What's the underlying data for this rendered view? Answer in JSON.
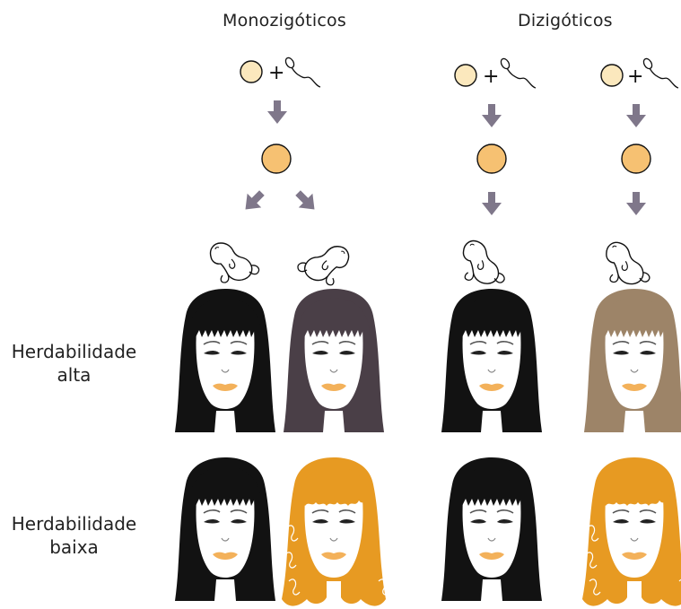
{
  "titles": {
    "mono": "Monozigóticos",
    "di": "Dizigóticos"
  },
  "rows": {
    "high": {
      "line1": "Herdabilidade",
      "line2": "alta"
    },
    "low": {
      "line1": "Herdabilidade",
      "line2": "baixa"
    }
  },
  "symbols": {
    "plus": "+"
  },
  "colors": {
    "egg_light": "#fbe8bd",
    "zygote": "#f6c172",
    "arrow": "#7f778a",
    "hair_black": "#121212",
    "hair_dark_purple": "#4a3f47",
    "hair_brown": "#9d8468",
    "hair_orange": "#e79a22",
    "lips": "#f3b15a"
  },
  "faces": {
    "high": [
      "hair_black",
      "hair_dark_purple",
      "hair_black",
      "hair_brown"
    ],
    "low": [
      "hair_black",
      "hair_orange",
      "hair_black",
      "hair_orange"
    ]
  }
}
